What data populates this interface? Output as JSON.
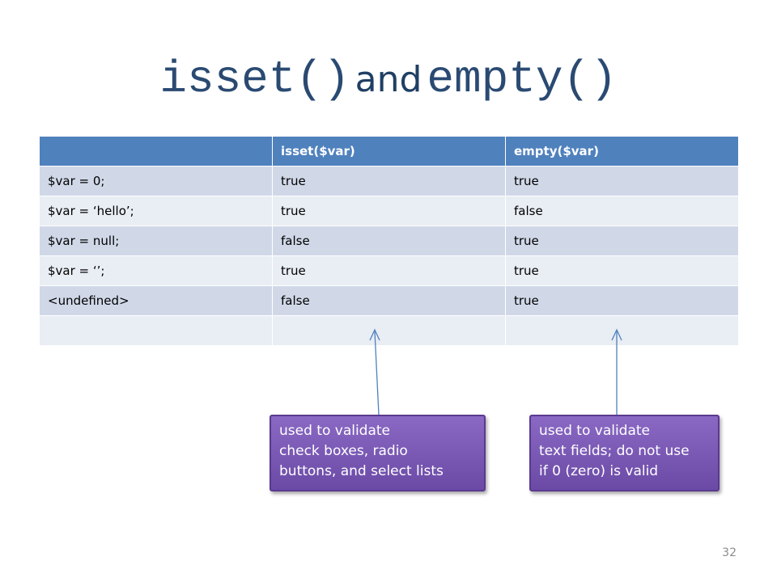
{
  "title": {
    "part1": "isset()",
    "part2": "and",
    "part3": "empty()"
  },
  "table": {
    "headers": [
      "",
      "isset($var)",
      "empty($var)"
    ],
    "rows": [
      [
        "$var = 0;",
        "true",
        "true"
      ],
      [
        "$var = ‘hello’;",
        "true",
        "false"
      ],
      [
        "$var = null;",
        "false",
        "true"
      ],
      [
        "$var = ‘’;",
        "true",
        "true"
      ],
      [
        "<undefined>",
        "false",
        "true"
      ],
      [
        "",
        "",
        ""
      ]
    ]
  },
  "callouts": {
    "isset": {
      "lines": [
        "used to validate",
        "check boxes, radio",
        "buttons, and select lists"
      ]
    },
    "empty": {
      "lines": [
        "used to validate",
        "text fields; do not use",
        "if 0 (zero) is valid"
      ]
    }
  },
  "page_number": "32",
  "colors": {
    "header_fill": "#4f81bd",
    "row_odd": "#d0d8e8",
    "row_even": "#e9edf4",
    "callout_fill": "#7b5bb6",
    "arrow": "#4f81bd"
  }
}
